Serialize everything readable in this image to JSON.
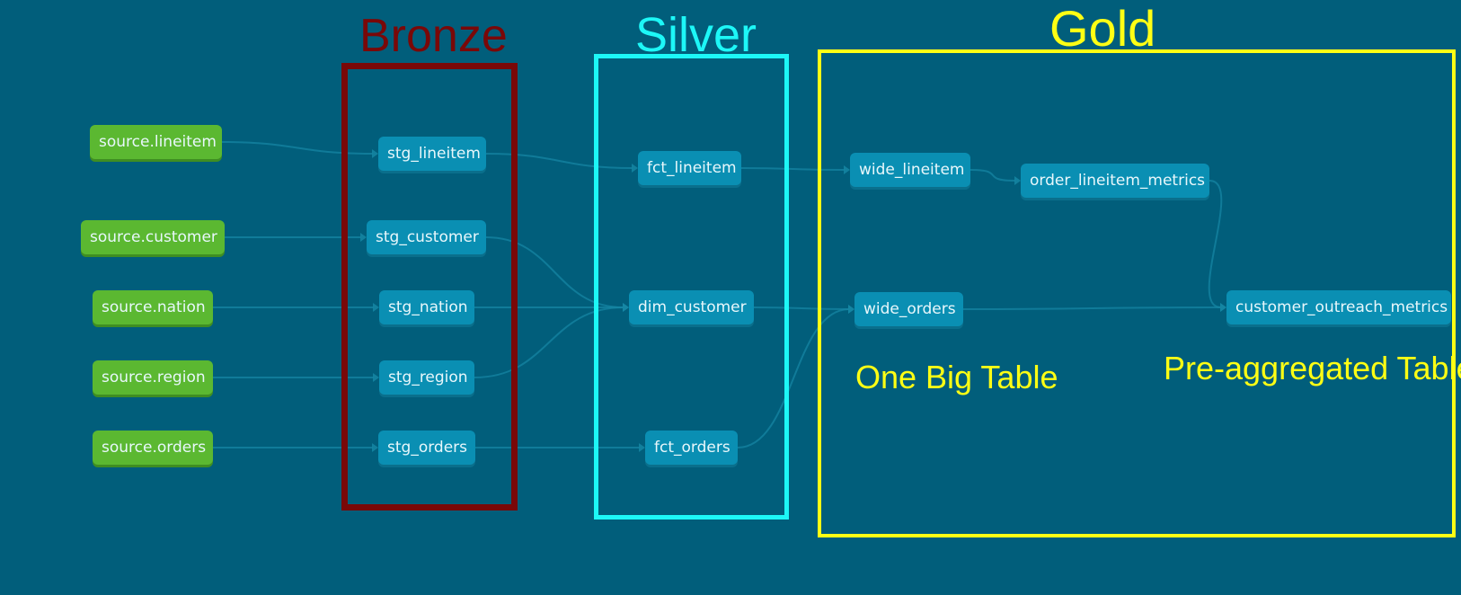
{
  "layers": {
    "bronze": {
      "title": "Bronze",
      "color": "#7a0808"
    },
    "silver": {
      "title": "Silver",
      "color": "#1df7f7"
    },
    "gold": {
      "title": "Gold",
      "color": "#ffff14"
    }
  },
  "annotations": {
    "one_big_table": "One Big Table",
    "pre_aggregated": "Pre-aggregated Tables"
  },
  "colors": {
    "background": "#015e7b",
    "source_node": "#5bb831",
    "model_node": "#0a8fb3",
    "edge": "#1586a3"
  },
  "nodes": {
    "source_lineitem": "source.lineitem",
    "source_customer": "source.customer",
    "source_nation": "source.nation",
    "source_region": "source.region",
    "source_orders": "source.orders",
    "stg_lineitem": "stg_lineitem",
    "stg_customer": "stg_customer",
    "stg_nation": "stg_nation",
    "stg_region": "stg_region",
    "stg_orders": "stg_orders",
    "fct_lineitem": "fct_lineitem",
    "dim_customer": "dim_customer",
    "fct_orders": "fct_orders",
    "wide_lineitem": "wide_lineitem",
    "wide_orders": "wide_orders",
    "order_lineitem_metrics": "order_lineitem_metrics",
    "customer_outreach_metrics": "customer_outreach_metrics"
  },
  "edges": [
    [
      "source_lineitem",
      "stg_lineitem"
    ],
    [
      "source_customer",
      "stg_customer"
    ],
    [
      "source_nation",
      "stg_nation"
    ],
    [
      "source_region",
      "stg_region"
    ],
    [
      "source_orders",
      "stg_orders"
    ],
    [
      "stg_lineitem",
      "fct_lineitem"
    ],
    [
      "stg_customer",
      "dim_customer"
    ],
    [
      "stg_nation",
      "dim_customer"
    ],
    [
      "stg_region",
      "dim_customer"
    ],
    [
      "stg_orders",
      "fct_orders"
    ],
    [
      "fct_lineitem",
      "wide_lineitem"
    ],
    [
      "dim_customer",
      "wide_orders"
    ],
    [
      "fct_orders",
      "wide_orders"
    ],
    [
      "wide_lineitem",
      "order_lineitem_metrics"
    ],
    [
      "wide_orders",
      "customer_outreach_metrics"
    ],
    [
      "order_lineitem_metrics",
      "customer_outreach_metrics"
    ]
  ]
}
